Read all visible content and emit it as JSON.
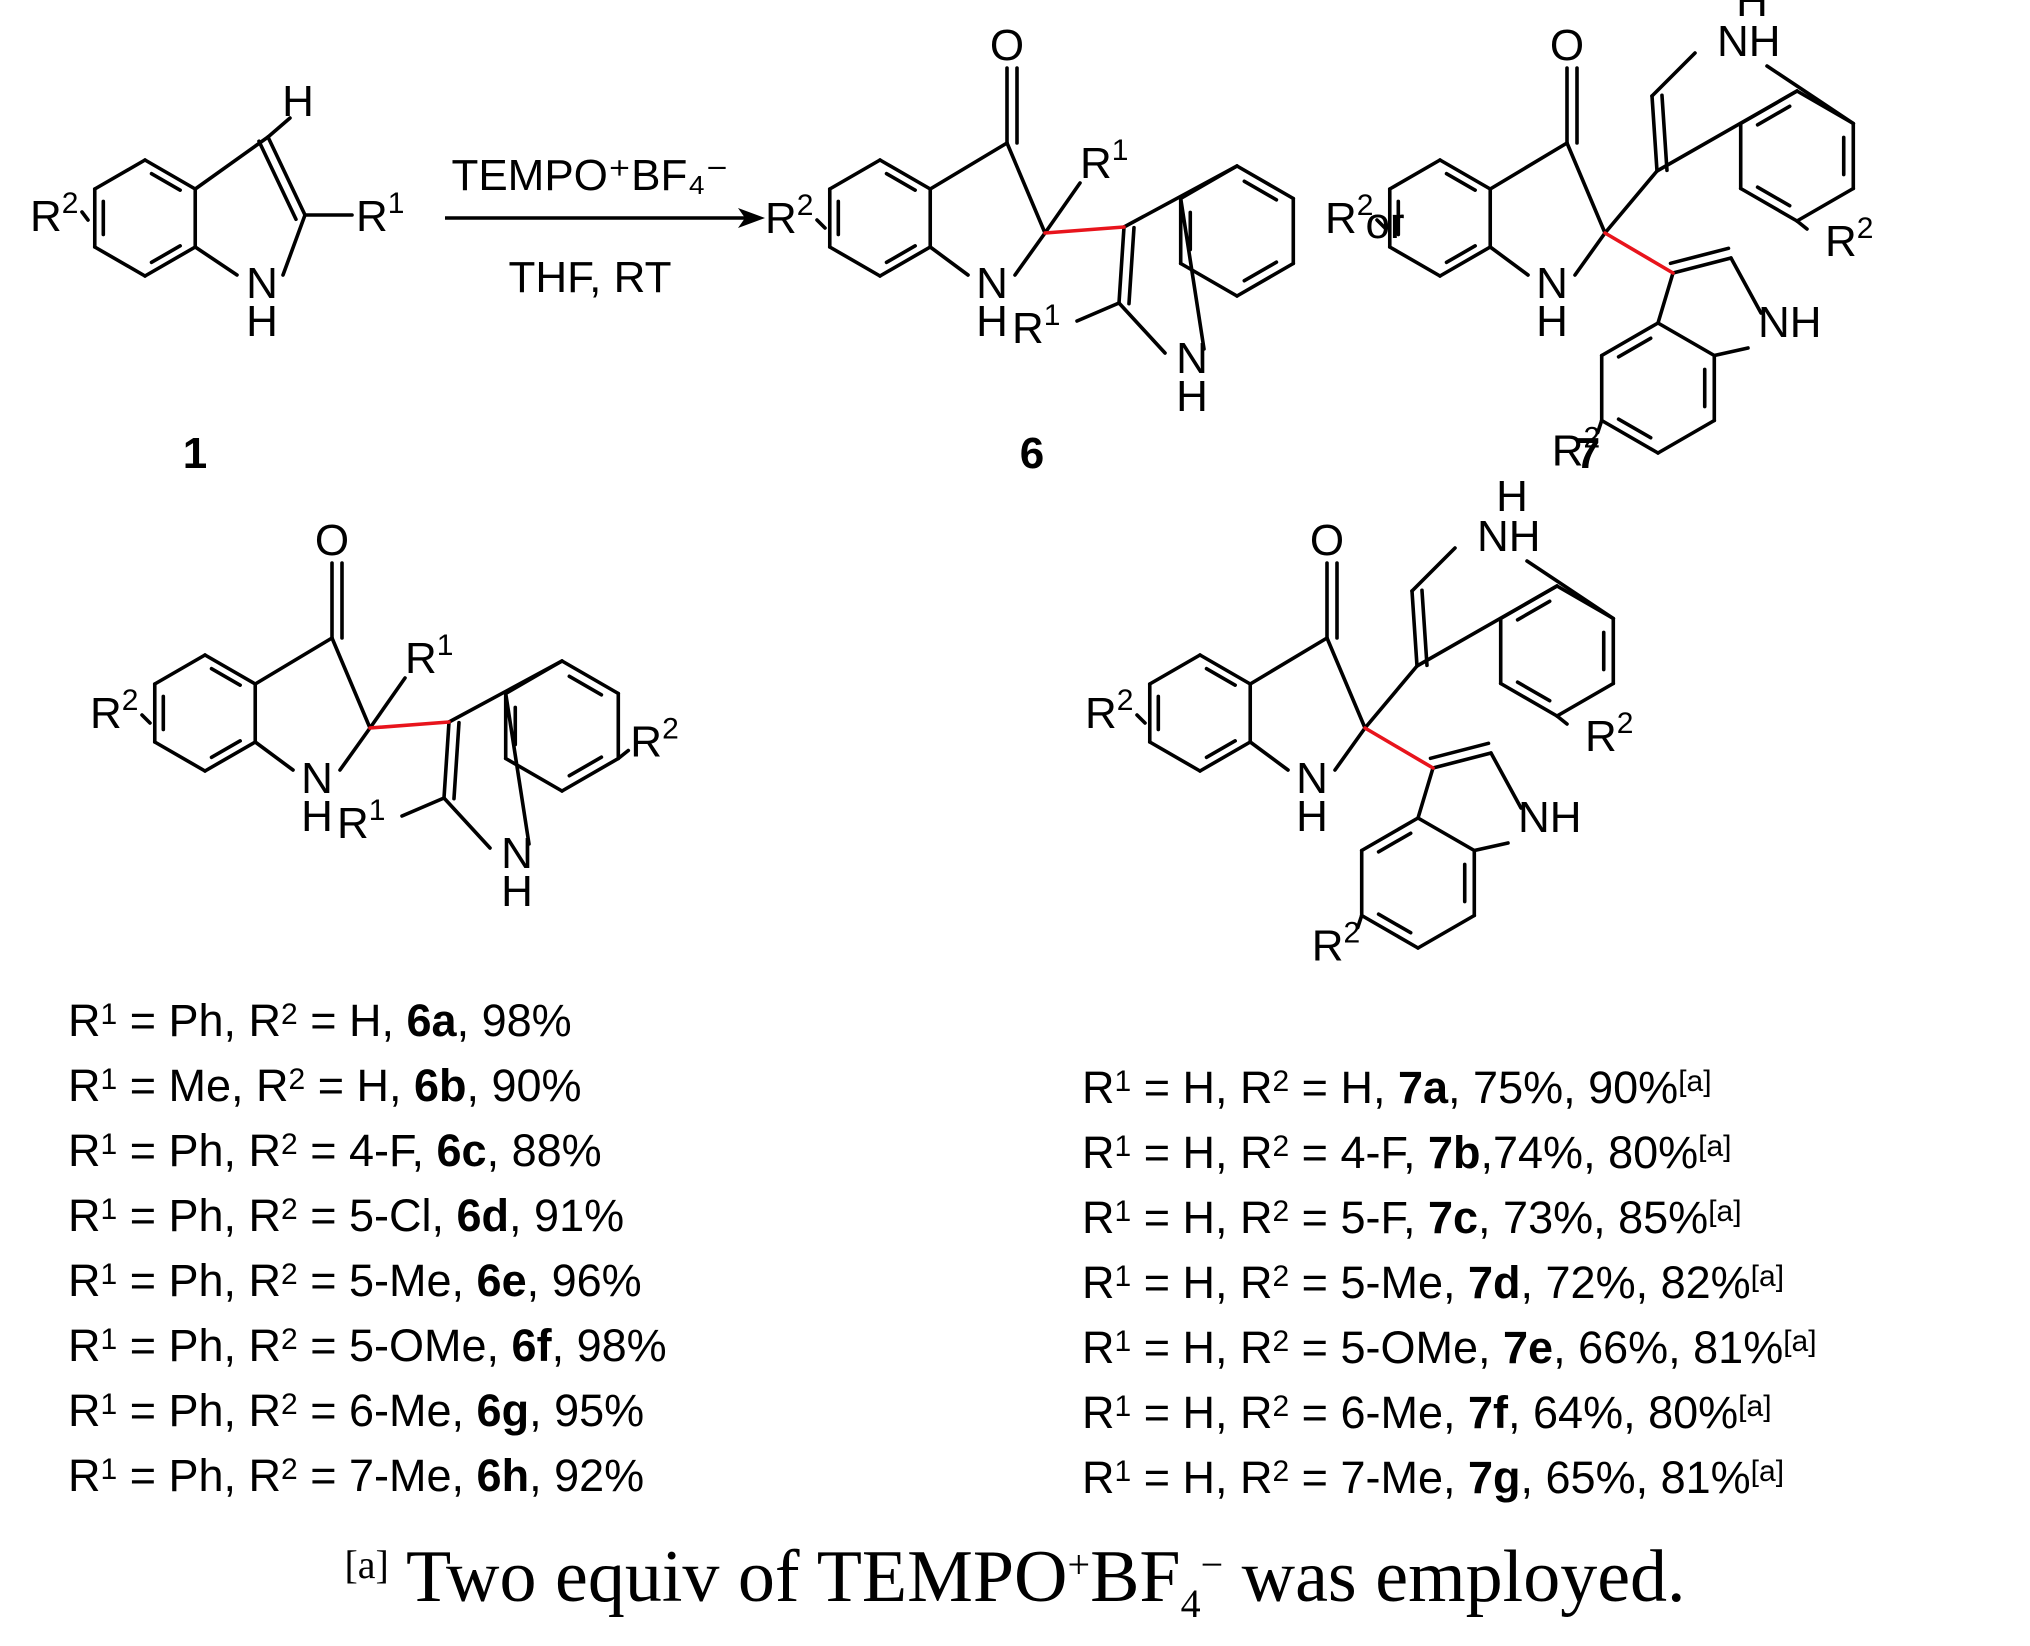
{
  "reaction": {
    "reagent": "TEMPO⁺BF₄⁻",
    "conditions": "THF, RT",
    "connector": "or"
  },
  "compounds": {
    "start": "1",
    "product6": "6",
    "product7": "7"
  },
  "atom_labels": {
    "H": "H",
    "NH": "NH",
    "N": "N",
    "O": "O",
    "R": "R",
    "sup1": "1",
    "sup2": "2"
  },
  "series6": [
    {
      "r1": "Ph",
      "r2": "H",
      "id": "6a",
      "yield": "98%"
    },
    {
      "r1": "Me",
      "r2": "H",
      "id": "6b",
      "yield": "90%"
    },
    {
      "r1": "Ph",
      "r2": "4-F",
      "id": "6c",
      "yield": "88%"
    },
    {
      "r1": "Ph",
      "r2": "5-Cl",
      "id": "6d",
      "yield": "91%"
    },
    {
      "r1": "Ph",
      "r2": "5-Me",
      "id": "6e",
      "yield": "96%"
    },
    {
      "r1": "Ph",
      "r2": "5-OMe",
      "id": "6f",
      "yield": "98%"
    },
    {
      "r1": "Ph",
      "r2": "6-Me",
      "id": "6g",
      "yield": "95%"
    },
    {
      "r1": "Ph",
      "r2": "7-Me",
      "id": "6h",
      "yield": "92%"
    }
  ],
  "series7": [
    {
      "r1": "H",
      "r2": "H",
      "id": "7a",
      "yield": "75%",
      "yield2": "90%",
      "sep": ", "
    },
    {
      "r1": "H",
      "r2": "4-F",
      "id": "7b",
      "yield": "74%",
      "yield2": "80%",
      "sep": ","
    },
    {
      "r1": "H",
      "r2": "5-F",
      "id": "7c",
      "yield": "73%",
      "yield2": "85%",
      "sep": ", "
    },
    {
      "r1": "H",
      "r2": "5-Me",
      "id": "7d",
      "yield": "72%",
      "yield2": "82%",
      "sep": ", "
    },
    {
      "r1": "H",
      "r2": "5-OMe",
      "id": "7e",
      "yield": "66%",
      "yield2": "81%",
      "sep": ", "
    },
    {
      "r1": "H",
      "r2": "6-Me",
      "id": "7f",
      "yield": "64%",
      "yield2": "80%",
      "sep": ", "
    },
    {
      "r1": "H",
      "r2": "7-Me",
      "id": "7g",
      "yield": "65%",
      "yield2": "81%",
      "sep": ", "
    }
  ],
  "footnote_mark": "[a]",
  "footnote": {
    "text_before": "Two equiv of TEMPO",
    "plus": "+",
    "bf": "BF",
    "sub4": "4",
    "minus": "−",
    "text_after": " was employed."
  },
  "colors": {
    "ink": "#000000",
    "new_bond": "#e8141c"
  }
}
